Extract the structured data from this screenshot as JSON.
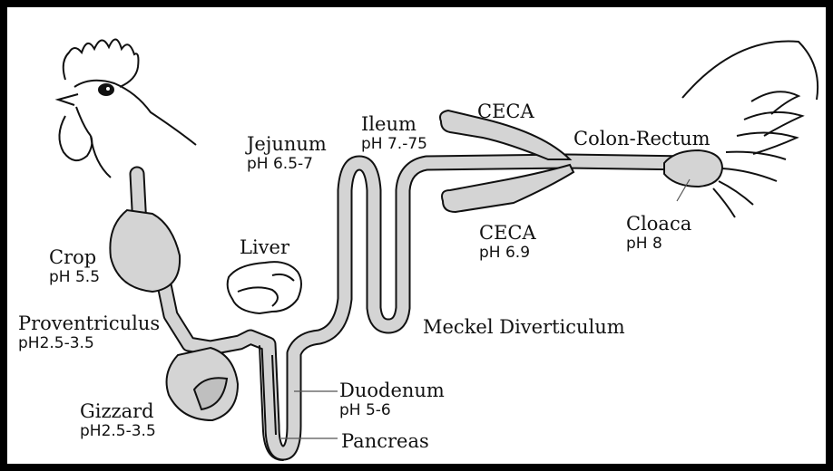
{
  "labels": {
    "crop": {
      "name": "Crop",
      "ph": "pH 5.5"
    },
    "proventriculus": {
      "name": "Proventriculus",
      "ph": "pH2.5-3.5"
    },
    "gizzard": {
      "name": "Gizzard",
      "ph": "pH2.5-3.5"
    },
    "liver": {
      "name": "Liver"
    },
    "jejunum": {
      "name": "Jejunum",
      "ph": "pH 6.5-7"
    },
    "ileum": {
      "name": "Ileum",
      "ph": "pH 7.-75"
    },
    "ceca_top": {
      "name": "CECA"
    },
    "ceca_bottom": {
      "name": "CECA",
      "ph": "pH 6.9"
    },
    "colon_rectum": {
      "name": "Colon-Rectum"
    },
    "cloaca": {
      "name": "Cloaca",
      "ph": "pH 8"
    },
    "meckel": {
      "name": "Meckel Diverticulum"
    },
    "duodenum": {
      "name": "Duodenum",
      "ph": "pH 5-6"
    },
    "pancreas": {
      "name": "Pancreas"
    }
  },
  "colors": {
    "organ_fill": "#d4d4d4",
    "outline": "#111111",
    "frame": "#000000"
  }
}
